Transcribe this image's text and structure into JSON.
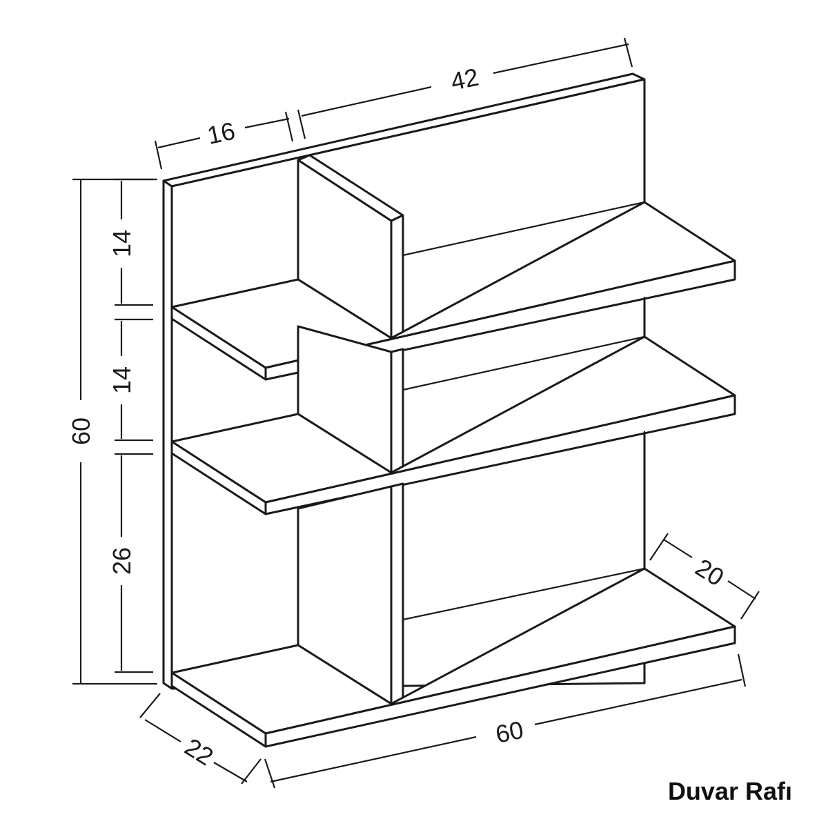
{
  "caption": "Duvar Rafı",
  "dimensions": {
    "top_left_width": "16",
    "top_right_width": "42",
    "total_height": "60",
    "section_top_height": "14",
    "section_middle_height": "14",
    "section_bottom_height": "26",
    "depth_left": "22",
    "total_width": "60",
    "depth_right": "20"
  }
}
